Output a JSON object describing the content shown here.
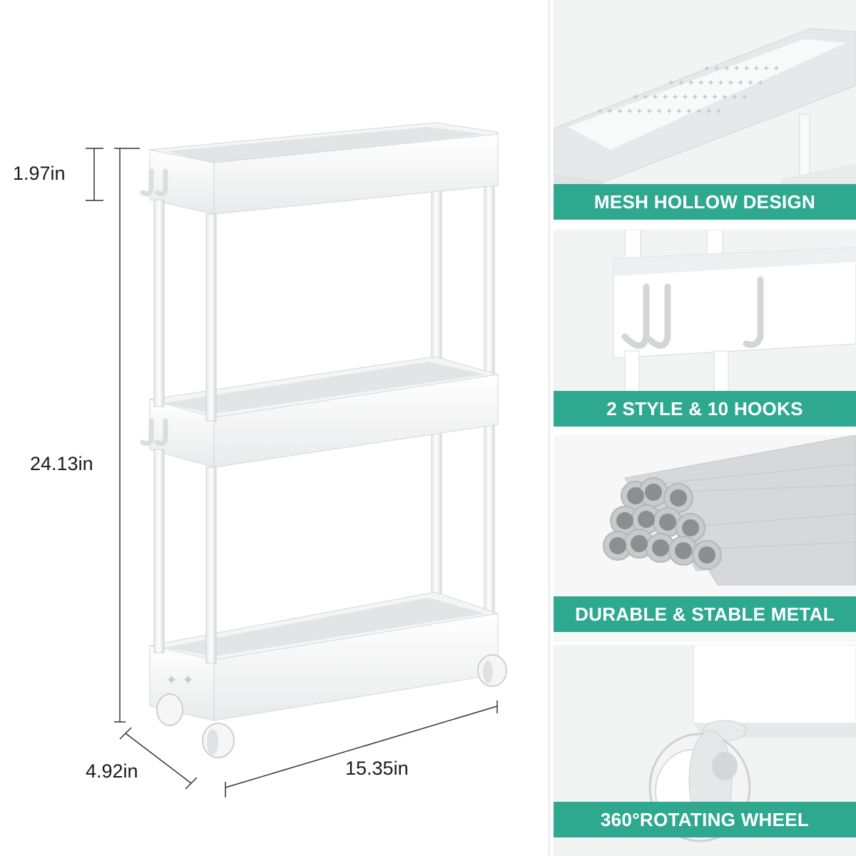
{
  "dimensions": {
    "shelf_height": "1.97in",
    "total_height": "24.13in",
    "depth": "4.92in",
    "width": "15.35in"
  },
  "features": [
    {
      "label": "MESH HOLLOW DESIGN",
      "image": "perforated-tray-closeup"
    },
    {
      "label": "2 STYLE & 10 HOOKS",
      "image": "hooks-closeup"
    },
    {
      "label": "DURABLE & STABLE METAL",
      "image": "metal-tubes-closeup"
    },
    {
      "label": "360°ROTATING WHEEL",
      "image": "caster-wheel-closeup"
    }
  ],
  "colors": {
    "banner": "#2ea98f",
    "product": "#ffffff",
    "panel_bg": "#f3f4f4"
  }
}
